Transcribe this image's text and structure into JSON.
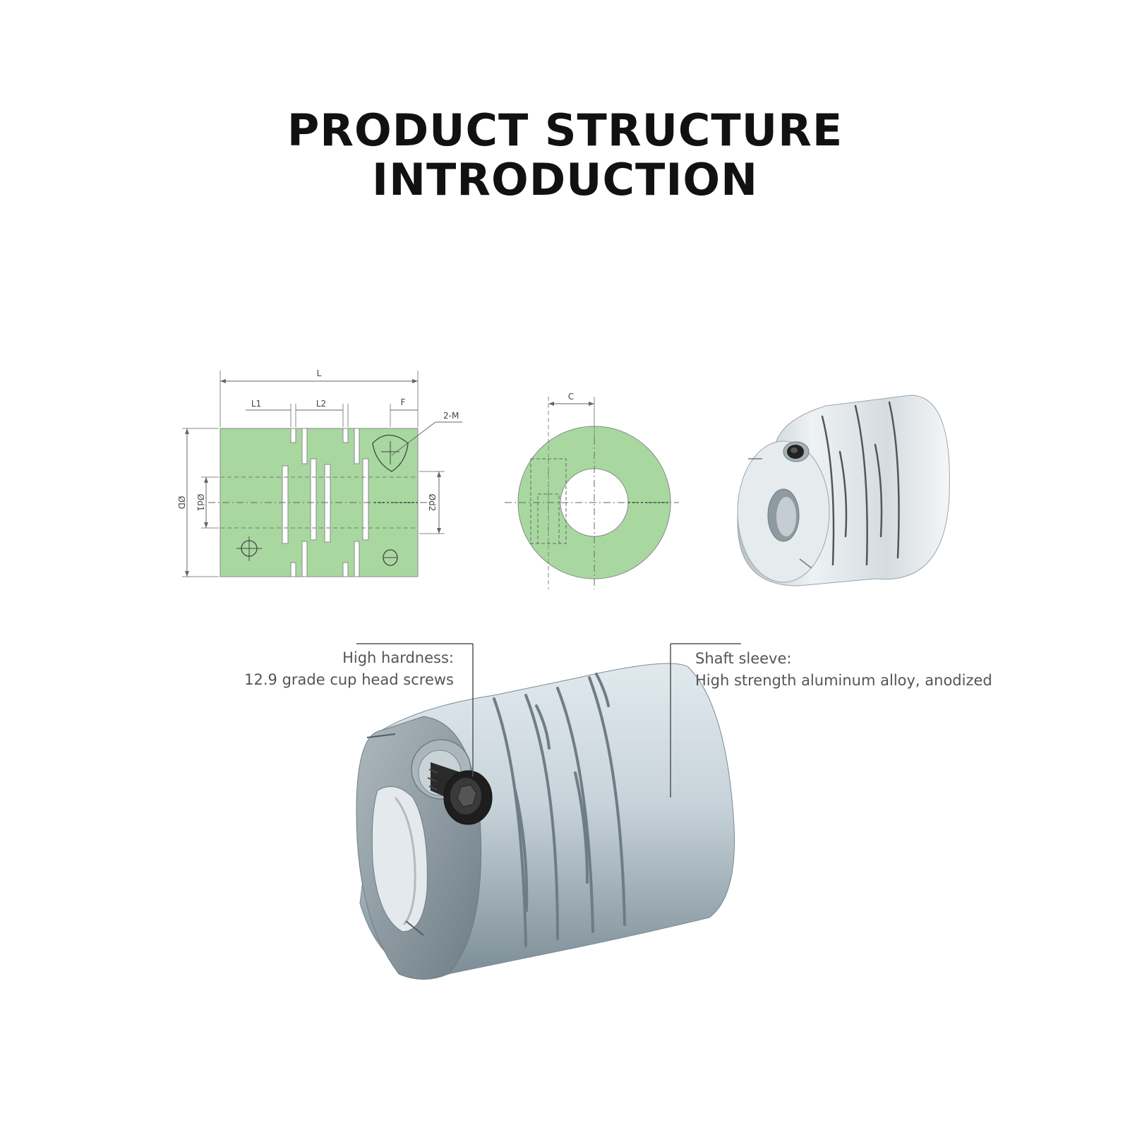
{
  "title": {
    "line1": "PRODUCT STRUCTURE",
    "line2": "INTRODUCTION"
  },
  "dimensions": {
    "L": "L",
    "L1": "L1",
    "L2": "L2",
    "F": "F",
    "M": "2-M",
    "C": "C",
    "D": "ØD",
    "d1": "Ød1",
    "d2": "Ød2"
  },
  "callouts": {
    "left": {
      "heading": "High hardness:",
      "detail": "12.9 grade cup head screws"
    },
    "right": {
      "heading": "Shaft sleeve:",
      "detail": "High strength aluminum alloy, anodized"
    }
  },
  "colors": {
    "drawing_fill": "#a8d8a0",
    "metal_light": "#dfe6ea",
    "metal_dark": "#6f7f88",
    "screw": "#222222"
  }
}
